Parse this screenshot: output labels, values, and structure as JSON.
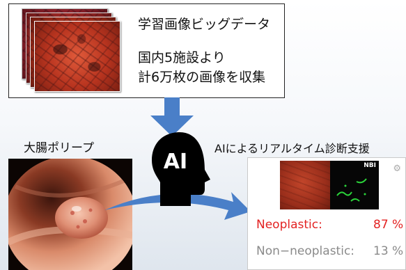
{
  "data_box": {
    "title": "学習画像ビッグデータ",
    "line1": "国内5施設より",
    "line2": "計6万枚の画像を収集"
  },
  "polyp": {
    "label": "大腸ポリープ"
  },
  "ai": {
    "label": "AI"
  },
  "diagnosis": {
    "title": "AIによるリアルタイム診断支援",
    "nbi_tag": "NBI",
    "neoplastic_label": "Neoplastic:",
    "neoplastic_value": "87 %",
    "non_neoplastic_label": "Non−neoplastic:",
    "non_neoplastic_value": "13 %"
  },
  "colors": {
    "arrow": "#4a7fc8",
    "neoplastic": "#e32222",
    "non_neoplastic": "#8a8a8a",
    "head": "#000000"
  },
  "icons": [
    "down-arrow-icon",
    "curved-arrow-icon",
    "ai-head-icon",
    "gear-icon"
  ]
}
